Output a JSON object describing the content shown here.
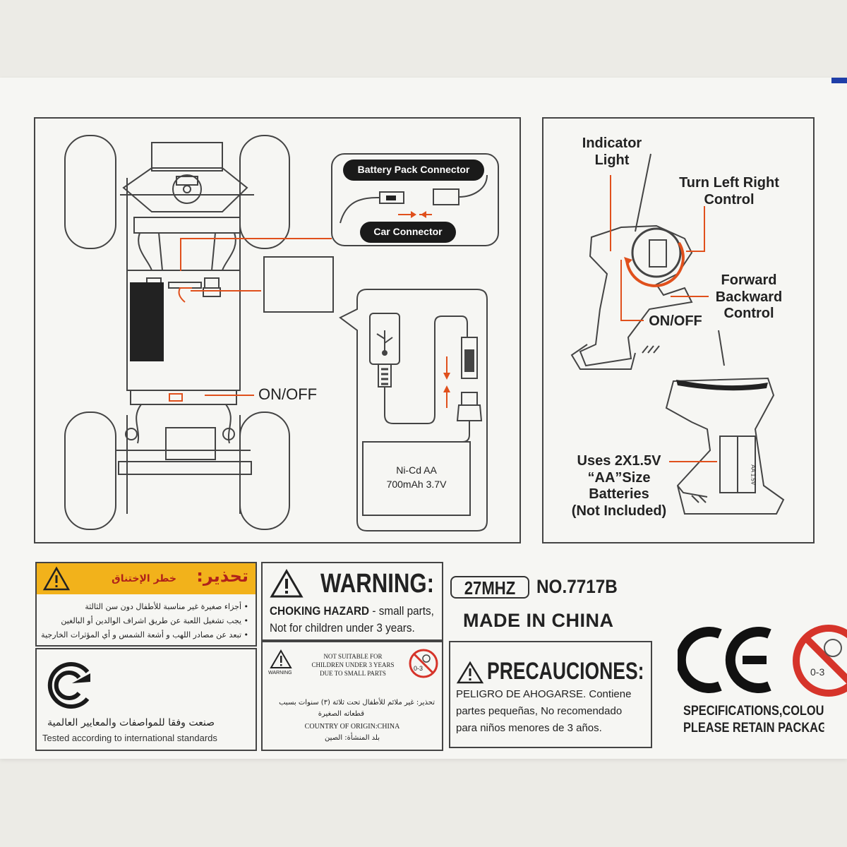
{
  "car_panel": {
    "battery_pack_connector": "Battery Pack Connector",
    "car_connector": "Car Connector",
    "on_off": "ON/OFF",
    "battery_spec_1": "Ni-Cd AA",
    "battery_spec_2": "700mAh 3.7V"
  },
  "remote_panel": {
    "indicator_light": [
      "Indicator",
      "Light"
    ],
    "turn_control": [
      "Turn Left Right",
      "Control"
    ],
    "forward_backward": [
      "Forward",
      "Backward",
      "Control"
    ],
    "on_off": "ON/OFF",
    "batteries": [
      "Uses 2X1.5V",
      "“AA”Size",
      "Batteries",
      "(Not Included)"
    ],
    "battery_cell_label": "AA 1.5V"
  },
  "arabic_warning": {
    "title": "تحذير:",
    "subtitle": "خطر الإختناق",
    "lines": [
      "• أجزاء صغيرة غير مناسبة للأطفال دون سن الثالثة",
      "• يجب تشغيل اللعبة عن طريق اشراف الوالدين أو البالغين",
      "• تبعد عن مصادر اللهب و أشعة الشمس و أي المؤثرات الخارجية"
    ]
  },
  "standards": {
    "arabic": "صنعت وفقا للمواصفات والمعايير العالمية",
    "english": "Tested according to international standards"
  },
  "warning": {
    "title": "WARNING:",
    "choking": "CHOKING HAZARD",
    "rest": " - small parts,",
    "line2": "Not for children under 3 years.",
    "small_label": "WARNING",
    "not_suitable": [
      "NOT SUITABLE FOR",
      "CHILDREN UNDER 3 YEARS",
      "DUE TO SMALL PARTS"
    ],
    "arabic_1": "تحذير: غير ملائم للأطفال تحت ثلاثة (٣) سنوات بسبب",
    "arabic_2": "قطعاته الصغيرة",
    "origin": "COUNTRY OF ORIGIN:CHINA",
    "origin_ar": "بلد المنشأة: الصين",
    "age": "0-3"
  },
  "product": {
    "frequency": "27MHZ",
    "model": "NO.7717B",
    "made_in": "MADE IN CHINA"
  },
  "precauciones": {
    "title": "PRECAUCIONES:",
    "lines": [
      "PELIGRO DE AHOGARSE. Contiene",
      "partes pequeñas, No recomendado",
      "para niños menores de 3 años."
    ]
  },
  "ce_mark": "CE",
  "age_badge": "0-3",
  "footer": {
    "line1": "SPECIFICATIONS,COLOURS A",
    "line2": "PLEASE RETAIN PACKAGING"
  },
  "colors": {
    "orange": "#e0501c",
    "warning_yellow": "#f2b21b",
    "red_sign": "#d6342a"
  }
}
